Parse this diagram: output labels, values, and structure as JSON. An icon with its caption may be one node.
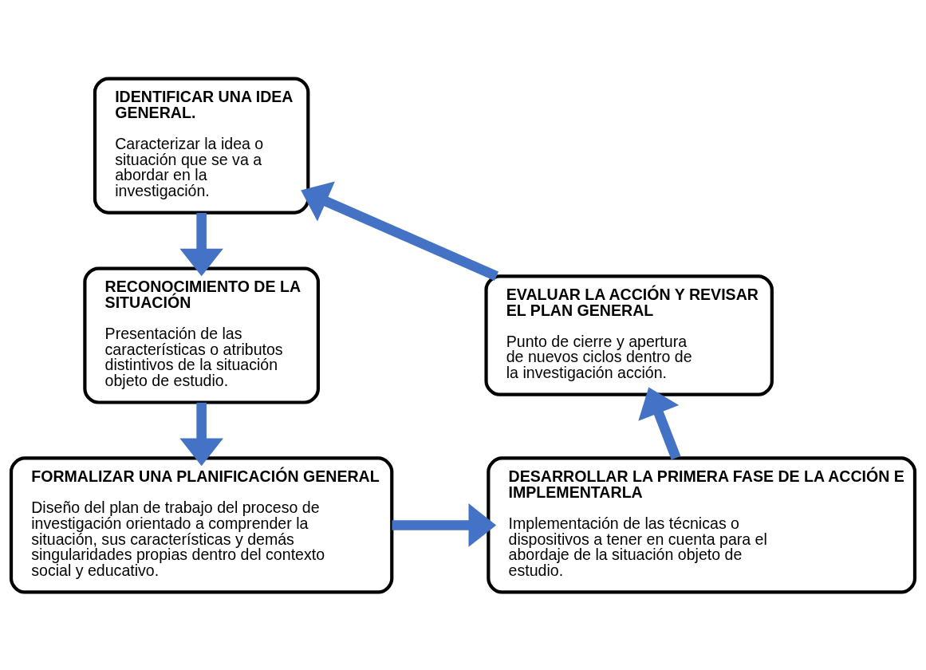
{
  "diagram": {
    "nodes": [
      {
        "text": [
          "IDENTIFICAR UNA IDEA GENERAL.",
          "Caracterizar la idea o situación que se va a abordar en la investigación."
        ]
      },
      {
        "text": [
          "RECONOCIMIENTO DE LA SITUACIÓN",
          "Presentación de las características o atributos distintivos de la situación objeto de estudio."
        ]
      },
      {
        "text": [
          "FORMALIZAR UNA PLANIFICACIÓN GENERAL",
          "Diseño del plan de trabajo del proceso de investigación orientado a comprender la situación, sus características y demás singularidades propias dentro del contexto social y educativo."
        ]
      },
      {
        "text": [
          "DESARROLLAR LA PRIMERA FASE DE LA ACCIÓN E IMPLEMENTARLA",
          "Implementación de las técnicas o dispositivos a tener en cuenta para el abordaje de la situación objeto de estudio."
        ]
      },
      {
        "text": [
          "EVALUAR LA ACCIÓN Y REVISAR EL PLAN GENERAL",
          "Punto de cierre y apertura de nuevos ciclos dentro de la investigación acción."
        ]
      }
    ],
    "edges": [
      {
        "from": 0,
        "to": 1,
        "arrow": "to"
      },
      {
        "from": 1,
        "to": 2,
        "arrow": "to"
      },
      {
        "from": 2,
        "to": 3,
        "arrow": "to"
      },
      {
        "from": 3,
        "to": 4,
        "arrow": "to"
      },
      {
        "from": 4,
        "to": 0,
        "arrow": "to"
      }
    ]
  }
}
